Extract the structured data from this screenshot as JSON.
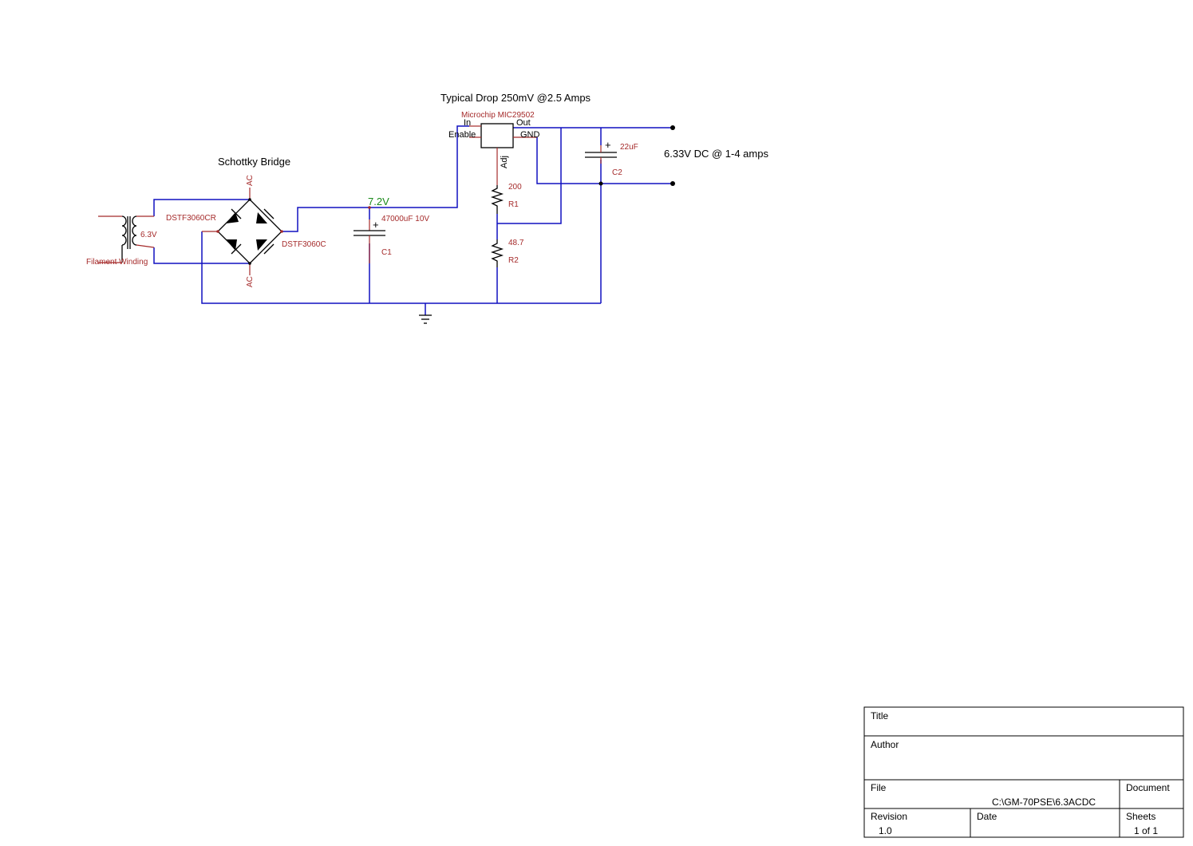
{
  "annotations": {
    "drop_note": "Typical Drop 250mV @2.5 Amps",
    "bridge_title": "Schottky Bridge",
    "output_label": "6.33V DC @ 1-4 amps",
    "node_voltage": "7.2V"
  },
  "transformer": {
    "voltage": "6.3V",
    "label": "Filament Winding"
  },
  "bridge": {
    "ac_top": "AC",
    "ac_bottom": "AC",
    "left_part": "DSTF3060CR",
    "right_part": "DSTF3060C"
  },
  "regulator": {
    "part": "Microchip MIC29502",
    "pin_in": "In",
    "pin_out": "Out",
    "pin_enable": "Enable",
    "pin_gnd": "GND",
    "pin_adj": "Adj"
  },
  "components": {
    "c1_value": "47000uF 10V",
    "c1_ref": "C1",
    "c2_value": "22uF",
    "c2_ref": "C2",
    "r1_value": "200",
    "r1_ref": "R1",
    "r2_value": "48.7",
    "r2_ref": "R2",
    "plus": "+"
  },
  "title_block": {
    "title_label": "Title",
    "title_value": "",
    "author_label": "Author",
    "author_value": "",
    "file_label": "File",
    "file_value": "C:\\GM-70PSE\\6.3ACDC",
    "document_label": "Document",
    "revision_label": "Revision",
    "revision_value": "1.0",
    "date_label": "Date",
    "date_value": "",
    "sheets_label": "Sheets",
    "sheets_value": "1 of 1"
  },
  "colors": {
    "wire": "#1010c0",
    "component_label": "#a52a2a",
    "voltage_probe": "#1a8a1a",
    "symbol": "#000000"
  },
  "icons": [
    "transformer-icon",
    "diode-icon",
    "capacitor-icon",
    "resistor-icon",
    "ground-icon",
    "regulator-icon"
  ]
}
